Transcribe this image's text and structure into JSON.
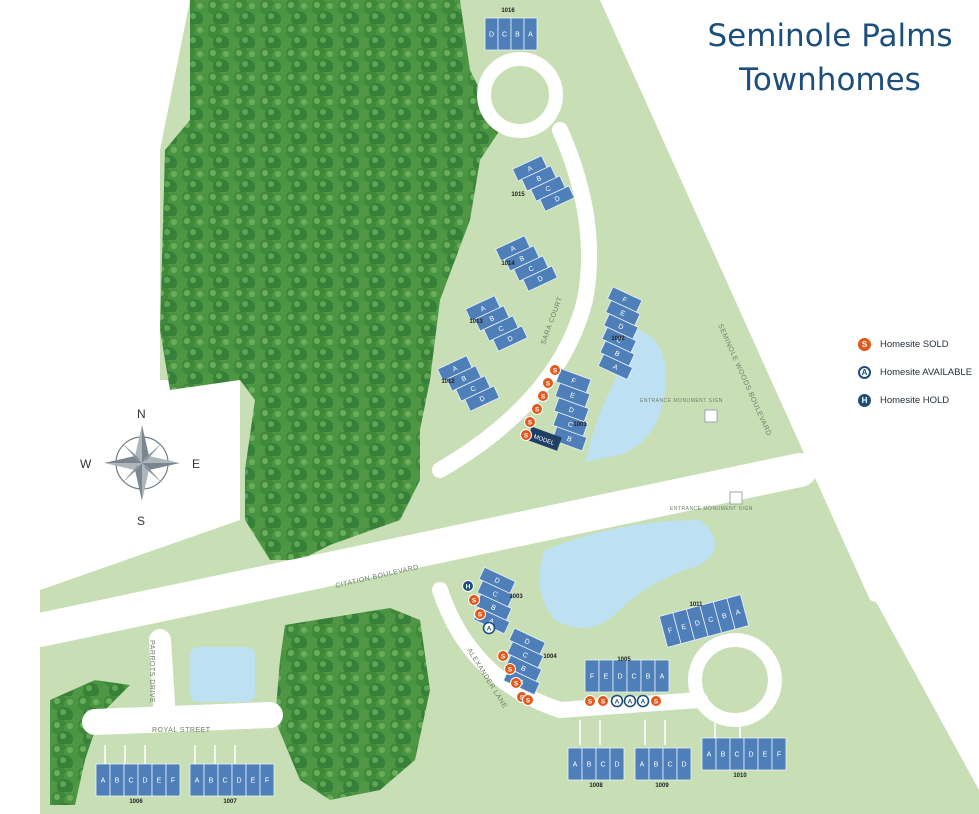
{
  "title": {
    "line1": "Seminole Palms",
    "line2": "Townhomes"
  },
  "legend": [
    {
      "marker": "S",
      "label": "Homesite SOLD",
      "kind": "sold"
    },
    {
      "marker": "A",
      "label": "Homesite AVAILABLE",
      "kind": "avail"
    },
    {
      "marker": "H",
      "label": "Homesite HOLD",
      "kind": "hold"
    }
  ],
  "compass": {
    "n": "N",
    "s": "S",
    "e": "E",
    "w": "W"
  },
  "streets": {
    "citation": "CITATION BOULEVARD",
    "seminole_woods": "SEMINOLE WOODS BOULEVARD",
    "sara": "SARA COURT",
    "alexander": "ALEXANDER LANE",
    "parrots": "PARROTS DRIVE",
    "royal": "ROYAL STREET"
  },
  "signs": {
    "sign1": "ENTRANCE MONUMENT SIGN",
    "sign2": "ENTRANCE MONUMENT SIGN"
  },
  "model_label": "MODEL",
  "colors": {
    "grass": "#c8dfb6",
    "grass_light": "#d9e9c9",
    "tree": "#3f8a3a",
    "road": "#ffffff",
    "water": "#bde0f2",
    "unit": "#4f7fb8",
    "unit_dark": "#1f3f66",
    "sold": "#e2591e",
    "navy": "#1d4f7c"
  },
  "buildings": [
    {
      "id": "1016",
      "units": [
        "D",
        "C",
        "B",
        "A"
      ]
    },
    {
      "id": "1015",
      "units": [
        "A",
        "B",
        "C",
        "D"
      ]
    },
    {
      "id": "1014",
      "units": [
        "A",
        "B",
        "C",
        "D"
      ]
    },
    {
      "id": "1013",
      "units": [
        "A",
        "B",
        "C",
        "D"
      ]
    },
    {
      "id": "1012",
      "units": [
        "A",
        "B",
        "C",
        "D"
      ]
    },
    {
      "id": "1002",
      "units": [
        "F",
        "E",
        "D",
        "C",
        "B",
        "A"
      ]
    },
    {
      "id": "1001",
      "units": [
        "F",
        "E",
        "D",
        "C",
        "B"
      ]
    },
    {
      "id": "1003",
      "units": [
        "D",
        "C",
        "B",
        "A"
      ]
    },
    {
      "id": "1004",
      "units": [
        "D",
        "C",
        "B",
        "A"
      ]
    },
    {
      "id": "1005",
      "units": [
        "F",
        "E",
        "D",
        "C",
        "B",
        "A"
      ]
    },
    {
      "id": "1011",
      "units": [
        "F",
        "E",
        "D",
        "C",
        "B",
        "A"
      ]
    },
    {
      "id": "1006",
      "units": [
        "A",
        "B",
        "C",
        "D",
        "E",
        "F"
      ]
    },
    {
      "id": "1007",
      "units": [
        "A",
        "B",
        "C",
        "D",
        "E",
        "F"
      ]
    },
    {
      "id": "1008",
      "units": [
        "A",
        "B",
        "C",
        "D"
      ]
    },
    {
      "id": "1009",
      "units": [
        "A",
        "B",
        "C",
        "D"
      ]
    },
    {
      "id": "1010",
      "units": [
        "A",
        "B",
        "C",
        "D",
        "E",
        "F"
      ]
    }
  ]
}
